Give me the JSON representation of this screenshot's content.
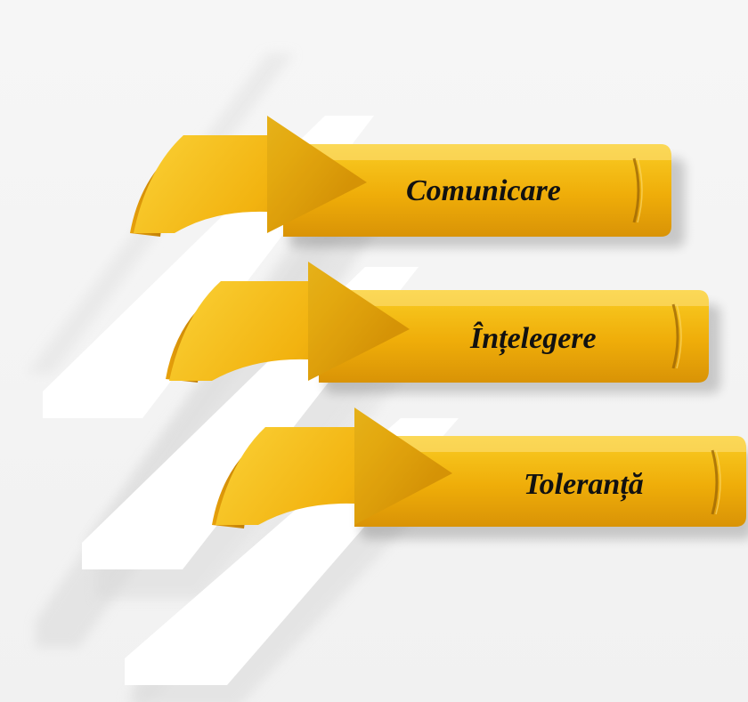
{
  "diagram": {
    "type": "arrow-banner-list",
    "colors": {
      "background": "#f3f3f3",
      "ribbon": "#ffffff",
      "banner_light": "#f8c81c",
      "banner_mid": "#eeaa08",
      "banner_dark": "#b97a05",
      "text": "#111111"
    },
    "items": [
      {
        "label": "Comunicare"
      },
      {
        "label": "Înțelegere"
      },
      {
        "label": "Toleranță"
      }
    ]
  }
}
